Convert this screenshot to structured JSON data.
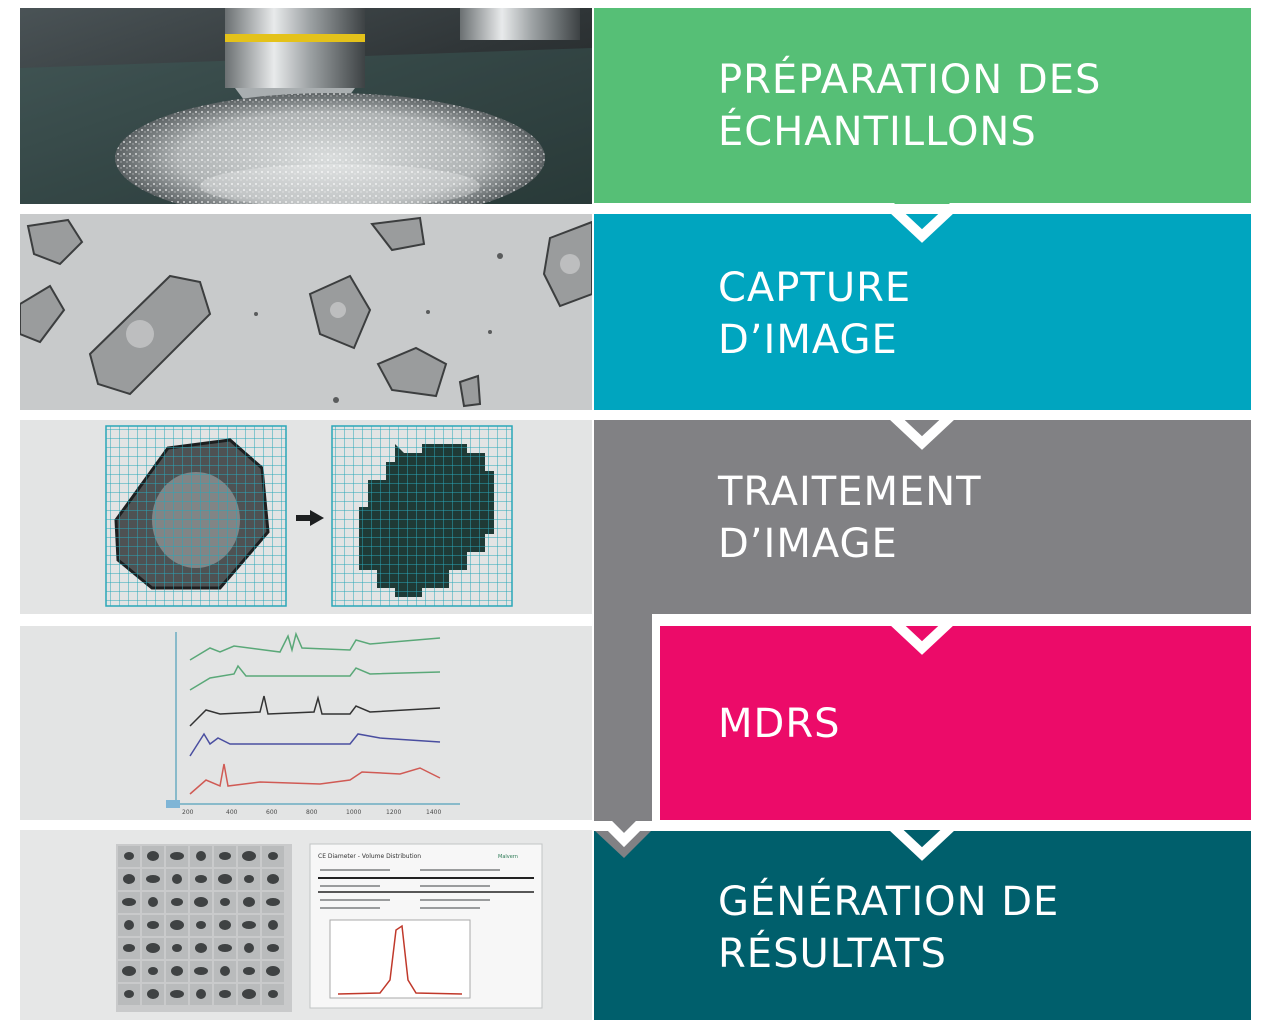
{
  "steps": [
    {
      "id": "sample-preparation",
      "lines": [
        "PRÉPARATION DES",
        "ÉCHANTILLONS"
      ],
      "color": "#56bf76"
    },
    {
      "id": "image-capture",
      "lines": [
        "CAPTURE",
        "D’IMAGE"
      ],
      "color": "#00a5bf"
    },
    {
      "id": "image-processing",
      "lines": [
        "TRAITEMENT",
        "D’IMAGE"
      ],
      "color": "#818184"
    },
    {
      "id": "mdrs",
      "lines": [
        "MDRS"
      ],
      "color": "#ec0b69"
    },
    {
      "id": "results-generation",
      "lines": [
        "GÉNÉRATION DE",
        "RÉSULTATS"
      ],
      "color": "#005f6c"
    }
  ],
  "results_report": {
    "title": "CE Diameter - Volume Distribution",
    "brand": "Malvern"
  }
}
